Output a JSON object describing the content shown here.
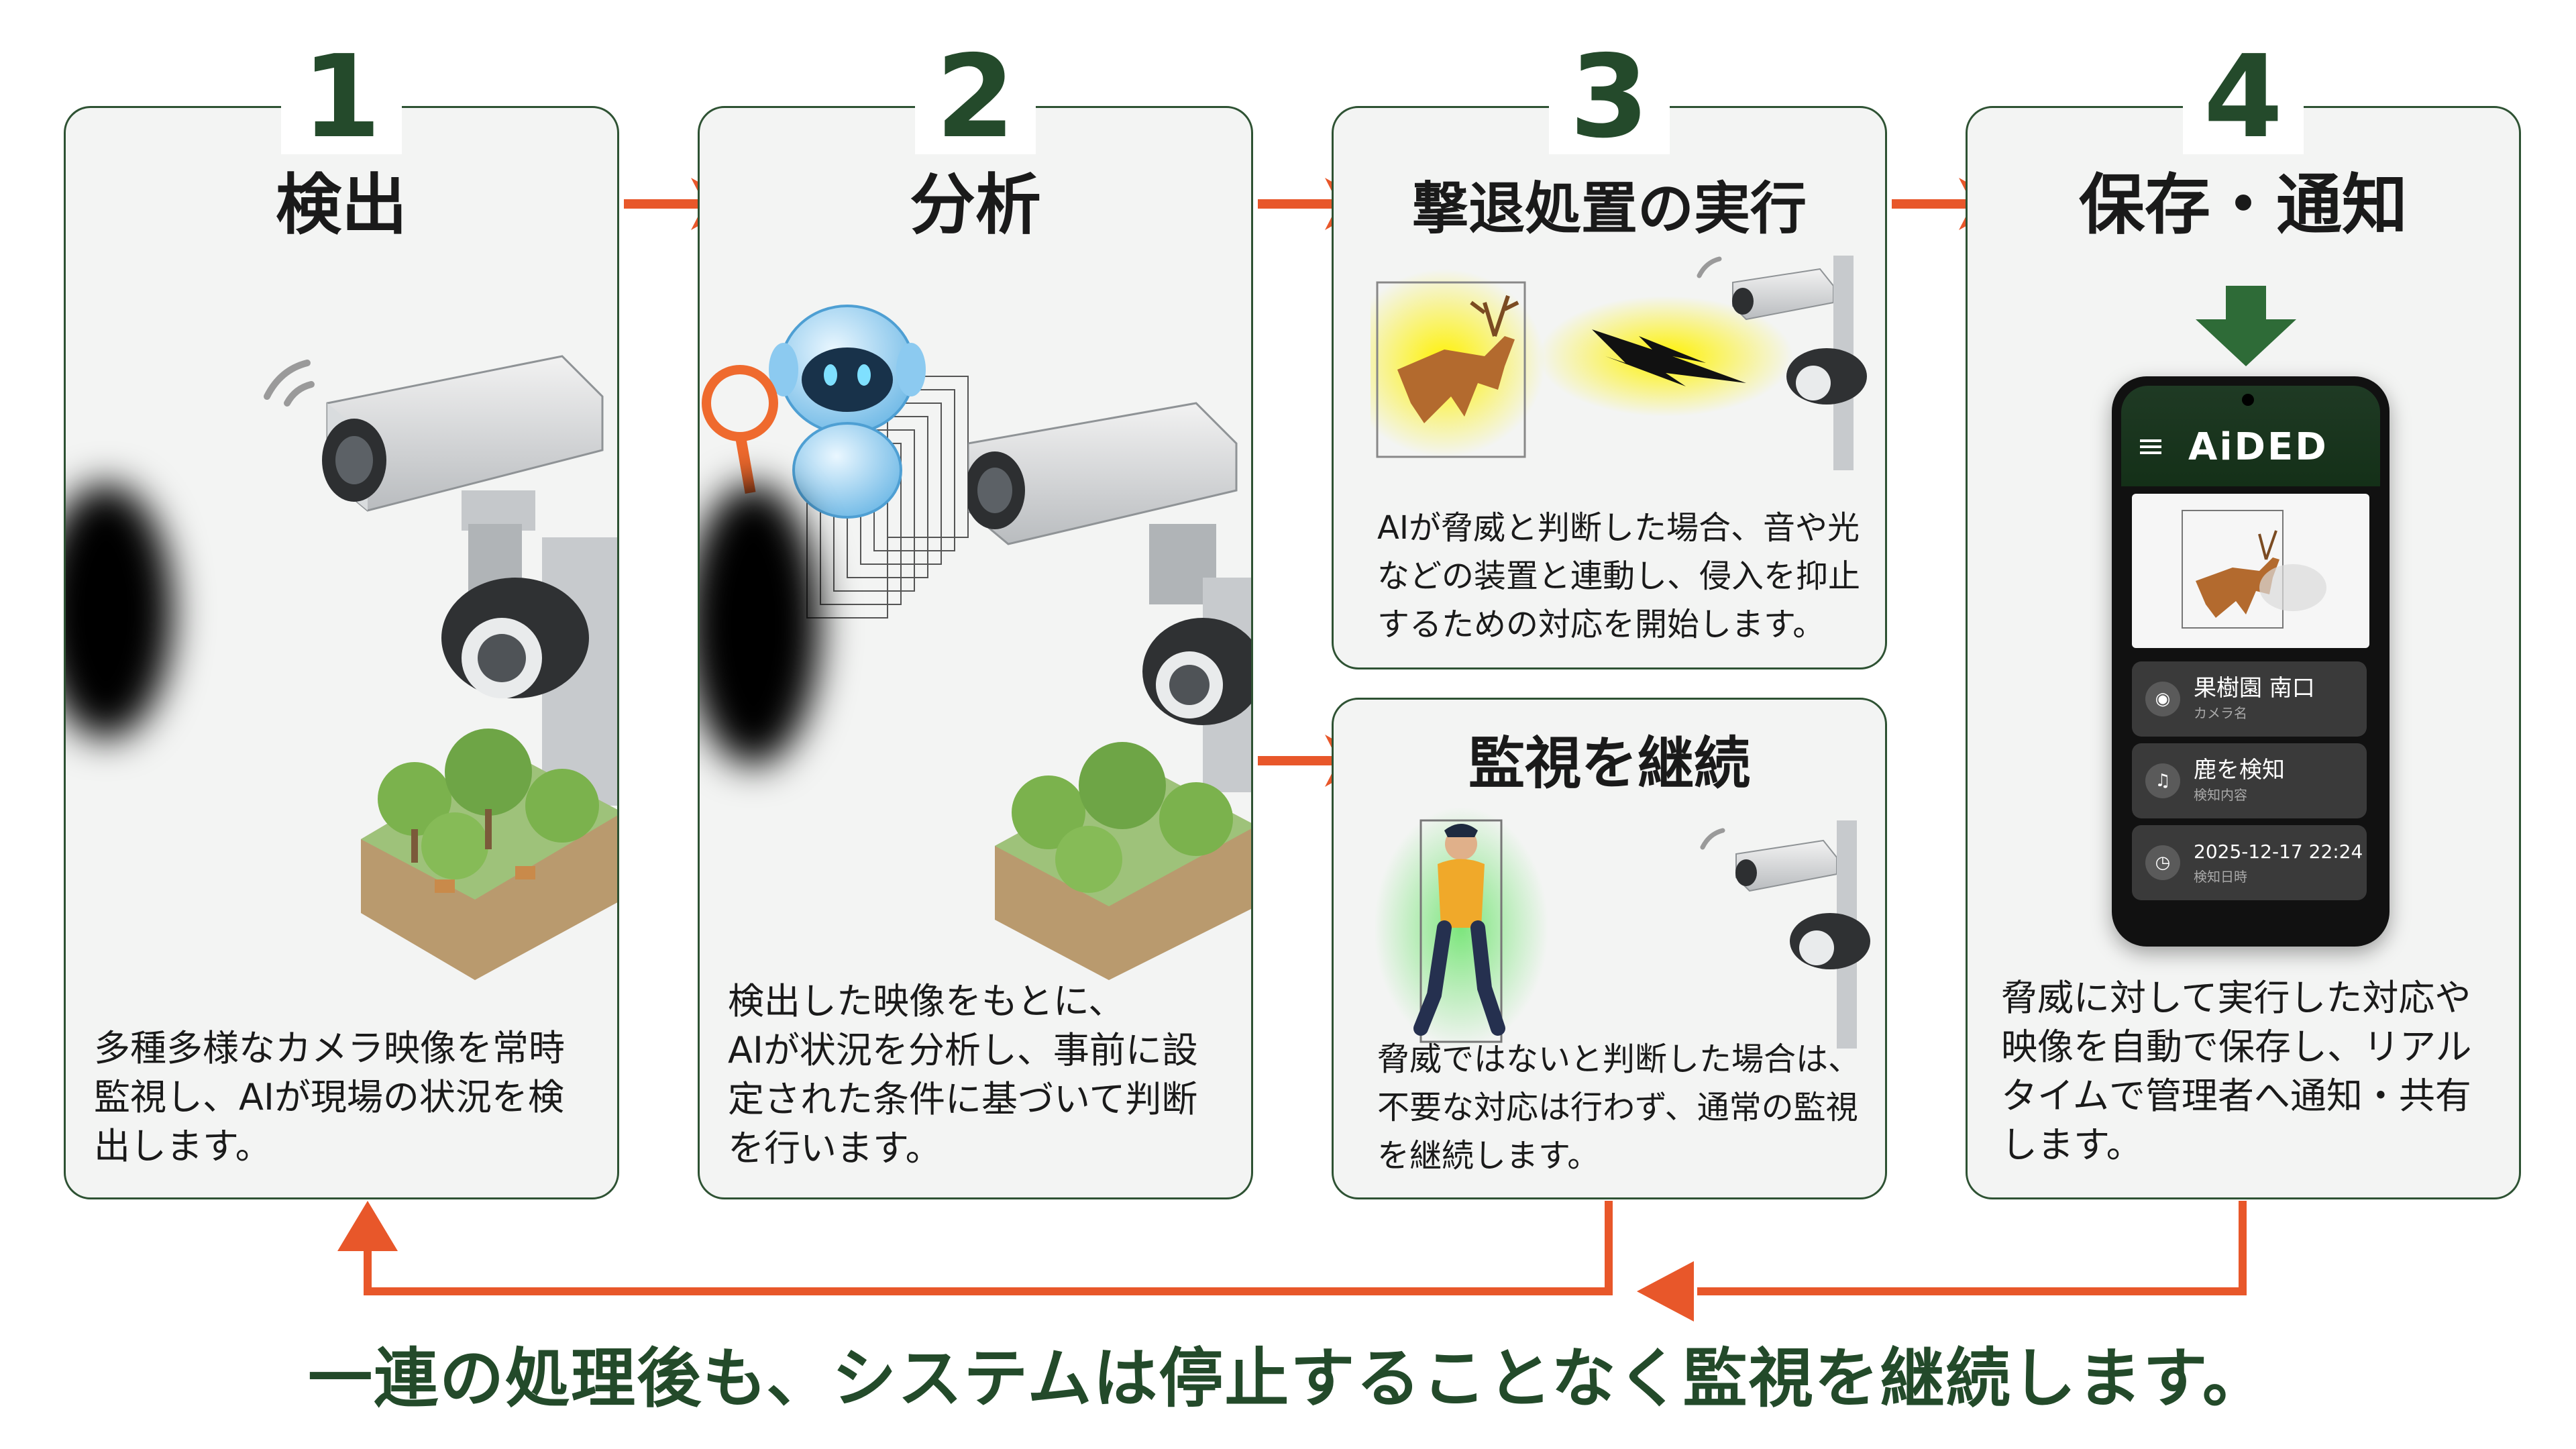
{
  "steps": [
    {
      "number": "1",
      "title": "検出",
      "description": "多種多様なカメラ映像を常時\n監視し、AIが現場の状況を検\n出します。"
    },
    {
      "number": "2",
      "title": "分析",
      "description": "検出した映像をもとに、\nAIが状況を分析し、事前に設\n定された条件に基づいて判断\nを行います。"
    },
    {
      "number": "3",
      "title": "撃退処置の実行",
      "description": "AIが脅威と判断した場合、音や光\nなどの装置と連動し、侵入を抑止\nするための対応を開始します。"
    },
    {
      "number": "4",
      "title": "保存・通知",
      "description": "脅威に対して実行した対応や\n映像を自動で保存し、リアル\nタイムで管理者へ通知・共有\nします。"
    }
  ],
  "continue_card": {
    "title": "監視を継続",
    "description": "脅威ではないと判断した場合は、\n不要な対応は行わず、通常の監視\nを継続します。"
  },
  "phone": {
    "app_name": "AiDED",
    "rows": [
      {
        "icon": "camera-icon",
        "main": "果樹園 南口",
        "sub": "カメラ名"
      },
      {
        "icon": "bell-icon",
        "main": "鹿を検知",
        "sub": "検知内容"
      },
      {
        "icon": "clock-icon",
        "main": "2025-12-17 22:24",
        "sub": "検知日時"
      }
    ]
  },
  "footer": "一連の処理後も、システムは停止することなく監視を継続します。",
  "colors": {
    "accent_arrow": "#e8572a",
    "brand_green": "#244a2b",
    "card_border": "#2e5233",
    "card_bg": "#f3f4f3"
  }
}
